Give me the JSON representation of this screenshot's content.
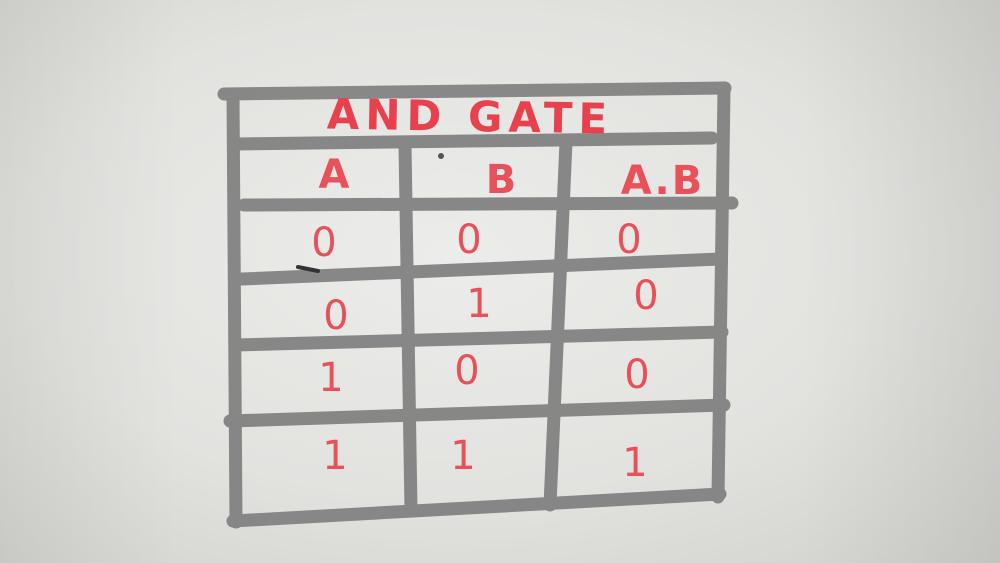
{
  "colors": {
    "pencil": "#7d7d7d",
    "ink": "#e8505a",
    "title_ink": "#e8414d",
    "paper": "#e4e4e1"
  },
  "table": {
    "title": "AND GATE",
    "headers": [
      "A",
      "B",
      "A.B"
    ],
    "rows": [
      [
        "0",
        "0",
        "0"
      ],
      [
        "0",
        "1",
        "0"
      ],
      [
        "1",
        "0",
        "0"
      ],
      [
        "1",
        "1",
        "1"
      ]
    ]
  }
}
